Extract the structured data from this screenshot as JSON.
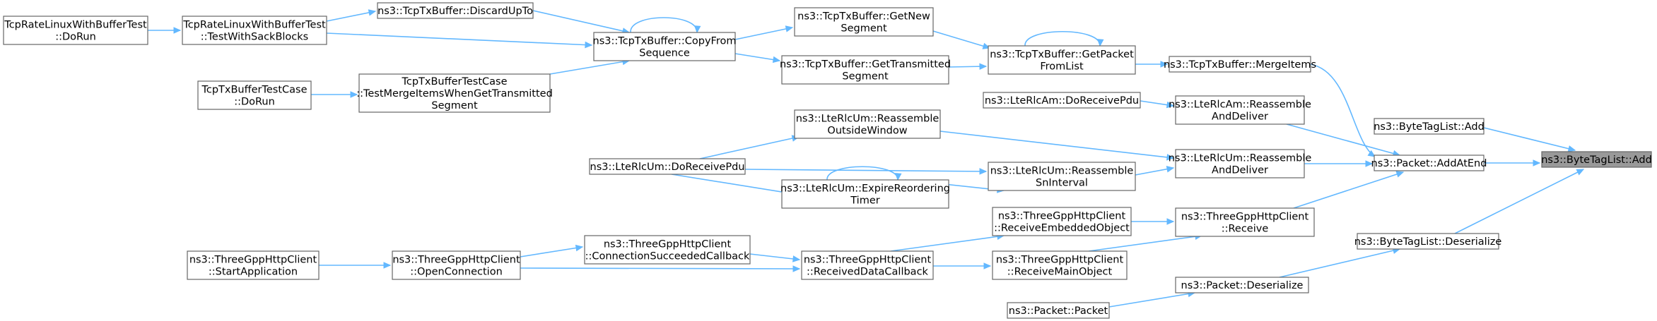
{
  "diagram": {
    "nodes": [
      {
        "id": "n_target",
        "lines": [
          "ns3::ByteTagList::Add"
        ],
        "highlight": true
      },
      {
        "id": "n_btl_add",
        "lines": [
          "ns3::ByteTagList::Add"
        ]
      },
      {
        "id": "n_pkt_addatend",
        "lines": [
          "ns3::Packet::AddAtEnd"
        ]
      },
      {
        "id": "n_btl_deser",
        "lines": [
          "ns3::ByteTagList::Deserialize"
        ]
      },
      {
        "id": "n_merge",
        "lines": [
          "ns3::TcpTxBuffer::MergeItems"
        ]
      },
      {
        "id": "n_rlcam_reasm",
        "lines": [
          "ns3::LteRlcAm::Reassemble",
          "AndDeliver"
        ]
      },
      {
        "id": "n_rlcum_reasm",
        "lines": [
          "ns3::LteRlcUm::Reassemble",
          "AndDeliver"
        ]
      },
      {
        "id": "n_http_receive",
        "lines": [
          "ns3::ThreeGppHttpClient",
          "::Receive"
        ]
      },
      {
        "id": "n_pkt_deser",
        "lines": [
          "ns3::Packet::Deserialize"
        ]
      },
      {
        "id": "n_getpacket",
        "lines": [
          "ns3::TcpTxBuffer::GetPacket",
          "FromList"
        ]
      },
      {
        "id": "n_rlcam_dorecv",
        "lines": [
          "ns3::LteRlcAm::DoReceivePdu"
        ]
      },
      {
        "id": "n_reasm_outside",
        "lines": [
          "ns3::LteRlcUm::Reassemble",
          "OutsideWindow"
        ]
      },
      {
        "id": "n_reasm_sn",
        "lines": [
          "ns3::LteRlcUm::Reassemble",
          "SnInterval"
        ]
      },
      {
        "id": "n_recv_embedded",
        "lines": [
          "ns3::ThreeGppHttpClient",
          "::ReceiveEmbeddedObject"
        ]
      },
      {
        "id": "n_recv_main",
        "lines": [
          "ns3::ThreeGppHttpClient",
          "::ReceiveMainObject"
        ]
      },
      {
        "id": "n_pkt_pkt",
        "lines": [
          "ns3::Packet::Packet"
        ]
      },
      {
        "id": "n_getnew",
        "lines": [
          "ns3::TcpTxBuffer::GetNew",
          "Segment"
        ]
      },
      {
        "id": "n_gettrans",
        "lines": [
          "ns3::TcpTxBuffer::GetTransmitted",
          "Segment"
        ]
      },
      {
        "id": "n_expire",
        "lines": [
          "ns3::LteRlcUm::ExpireReordering",
          "Timer"
        ]
      },
      {
        "id": "n_recvdata",
        "lines": [
          "ns3::ThreeGppHttpClient",
          "::ReceivedDataCallback"
        ]
      },
      {
        "id": "n_copyfrom",
        "lines": [
          "ns3::TcpTxBuffer::CopyFrom",
          "Sequence"
        ]
      },
      {
        "id": "n_rlcum_dorecv",
        "lines": [
          "ns3::LteRlcUm::DoReceivePdu"
        ]
      },
      {
        "id": "n_connsucc",
        "lines": [
          "ns3::ThreeGppHttpClient",
          "::ConnectionSucceededCallback"
        ]
      },
      {
        "id": "n_discard",
        "lines": [
          "ns3::TcpTxBuffer::DiscardUpTo"
        ]
      },
      {
        "id": "n_testmerge",
        "lines": [
          "TcpTxBufferTestCase",
          "::TestMergeItemsWhenGetTransmitted",
          "Segment"
        ]
      },
      {
        "id": "n_openconn",
        "lines": [
          "ns3::ThreeGppHttpClient",
          "::OpenConnection"
        ]
      },
      {
        "id": "n_testsack",
        "lines": [
          "TcpRateLinuxWithBufferTest",
          "::TestWithSackBlocks"
        ]
      },
      {
        "id": "n_txtest_dorun",
        "lines": [
          "TcpTxBufferTestCase",
          "::DoRun"
        ]
      },
      {
        "id": "n_startapp",
        "lines": [
          "ns3::ThreeGppHttpClient",
          "::StartApplication"
        ]
      },
      {
        "id": "n_ratelinux_dorun",
        "lines": [
          "TcpRateLinuxWithBufferTest",
          "::DoRun"
        ]
      }
    ],
    "edges": [
      {
        "from": "n_btl_add",
        "to": "n_target"
      },
      {
        "from": "n_pkt_addatend",
        "to": "n_target"
      },
      {
        "from": "n_btl_deser",
        "to": "n_target"
      },
      {
        "from": "n_merge",
        "to": "n_pkt_addatend"
      },
      {
        "from": "n_rlcam_reasm",
        "to": "n_pkt_addatend"
      },
      {
        "from": "n_rlcum_reasm",
        "to": "n_pkt_addatend"
      },
      {
        "from": "n_http_receive",
        "to": "n_pkt_addatend"
      },
      {
        "from": "n_pkt_deser",
        "to": "n_btl_deser"
      },
      {
        "from": "n_getpacket",
        "to": "n_merge"
      },
      {
        "from": "n_getpacket",
        "to": "n_getpacket"
      },
      {
        "from": "n_rlcam_dorecv",
        "to": "n_rlcam_reasm"
      },
      {
        "from": "n_reasm_outside",
        "to": "n_rlcum_reasm"
      },
      {
        "from": "n_reasm_sn",
        "to": "n_rlcum_reasm"
      },
      {
        "from": "n_recv_embedded",
        "to": "n_http_receive"
      },
      {
        "from": "n_recv_main",
        "to": "n_http_receive"
      },
      {
        "from": "n_pkt_pkt",
        "to": "n_pkt_deser"
      },
      {
        "from": "n_getnew",
        "to": "n_getpacket"
      },
      {
        "from": "n_gettrans",
        "to": "n_getpacket"
      },
      {
        "from": "n_rlcum_dorecv",
        "to": "n_reasm_outside"
      },
      {
        "from": "n_rlcum_dorecv",
        "to": "n_reasm_sn"
      },
      {
        "from": "n_expire",
        "to": "n_reasm_sn"
      },
      {
        "from": "n_expire",
        "to": "n_expire"
      },
      {
        "from": "n_recvdata",
        "to": "n_recv_embedded"
      },
      {
        "from": "n_recvdata",
        "to": "n_recv_main"
      },
      {
        "from": "n_copyfrom",
        "to": "n_getnew"
      },
      {
        "from": "n_copyfrom",
        "to": "n_gettrans"
      },
      {
        "from": "n_copyfrom",
        "to": "n_copyfrom"
      },
      {
        "from": "n_rlcum_dorecv",
        "to": "n_expire"
      },
      {
        "from": "n_connsucc",
        "to": "n_recvdata"
      },
      {
        "from": "n_openconn",
        "to": "n_recvdata"
      },
      {
        "from": "n_discard",
        "to": "n_copyfrom"
      },
      {
        "from": "n_testmerge",
        "to": "n_copyfrom"
      },
      {
        "from": "n_testsack",
        "to": "n_copyfrom"
      },
      {
        "from": "n_openconn",
        "to": "n_connsucc"
      },
      {
        "from": "n_testsack",
        "to": "n_discard"
      },
      {
        "from": "n_txtest_dorun",
        "to": "n_testmerge"
      },
      {
        "from": "n_startapp",
        "to": "n_openconn"
      },
      {
        "from": "n_ratelinux_dorun",
        "to": "n_testsack"
      }
    ]
  },
  "colors": {
    "edge": "#63b8ff",
    "node_border": "#666666",
    "node_fill": "#ffffff",
    "highlight_fill": "#999999",
    "text": "#000000"
  }
}
